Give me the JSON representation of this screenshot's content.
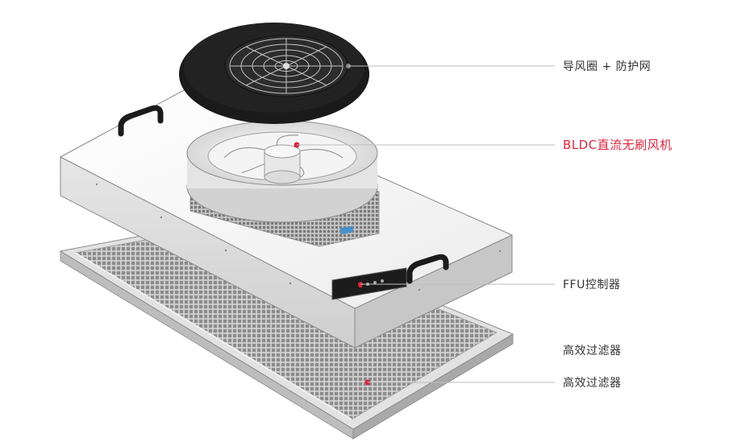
{
  "callouts": [
    {
      "id": "fan-guard",
      "label": "导风圈 + 防护网",
      "accent": false
    },
    {
      "id": "bldc-motor",
      "label": "BLDC直流无刷风机",
      "accent": true
    },
    {
      "id": "ffu-controller",
      "label": "FFU控制器",
      "accent": false
    },
    {
      "id": "hepa-filter-top",
      "label": "高效过滤器",
      "accent": false
    },
    {
      "id": "hepa-filter",
      "label": "高效过滤器",
      "accent": false
    }
  ],
  "colors": {
    "accent": "#d7263d",
    "leader_line": "#bdbdbd",
    "metal_light": "#f3f3f3",
    "metal_dark": "#cfcfcf",
    "ring_black": "#1a1a1a",
    "text": "#333333"
  },
  "icons": {
    "callout-dot": "circle",
    "controller-panel": "display"
  }
}
